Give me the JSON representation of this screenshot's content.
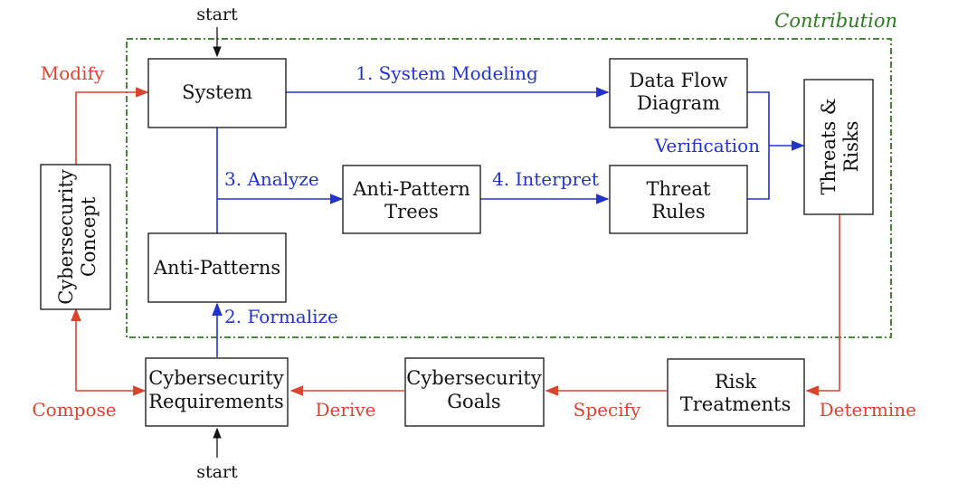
{
  "contribution_label": "Contribution",
  "nodes": {
    "system": "System",
    "dfd": [
      "Data Flow",
      "Diagram"
    ],
    "threats": [
      "Threats &",
      "Risks"
    ],
    "apt": [
      "Anti-Pattern",
      "Trees"
    ],
    "threat_rules": [
      "Threat",
      "Rules"
    ],
    "anti_patterns": "Anti-Patterns",
    "concept": [
      "Cybersecurity",
      "Concept"
    ],
    "requirements": [
      "Cybersecurity",
      "Requirements"
    ],
    "goals": [
      "Cybersecurity",
      "Goals"
    ],
    "treatments": [
      "Risk",
      "Treatments"
    ]
  },
  "edges": {
    "system_modeling": "1. System Modeling",
    "formalize": "2. Formalize",
    "analyze": "3. Analyze",
    "interpret": "4. Interpret",
    "verification": "Verification",
    "modify": "Modify",
    "compose": "Compose",
    "derive": "Derive",
    "specify": "Specify",
    "determine": "Determine"
  },
  "start_labels": [
    "start",
    "start"
  ],
  "colors": {
    "blue": "#2233cc",
    "red": "#d9442e",
    "green": "#2d7a1f",
    "black": "#111111"
  }
}
